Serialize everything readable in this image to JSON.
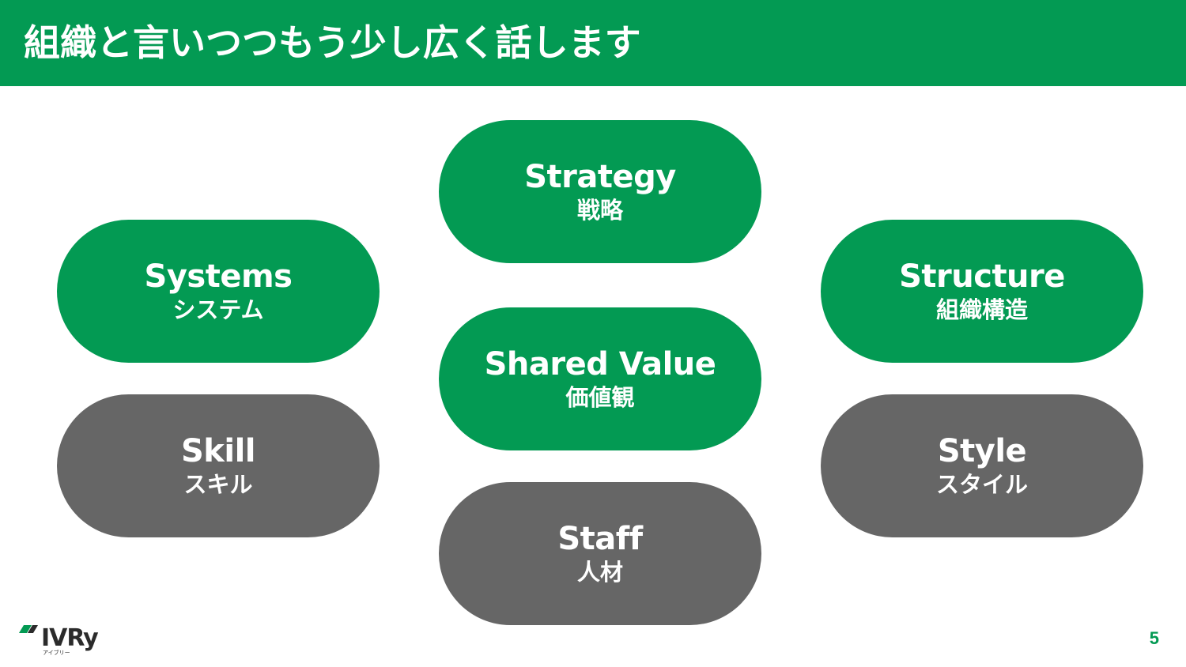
{
  "slide": {
    "title": "組織と言いつつもう少し広く話します",
    "page_number": "5"
  },
  "pills": {
    "strategy": {
      "en": "Strategy",
      "ja": "戦略"
    },
    "systems": {
      "en": "Systems",
      "ja": "システム"
    },
    "structure": {
      "en": "Structure",
      "ja": "組織構造"
    },
    "shared": {
      "en": "Shared Value",
      "ja": "価値観"
    },
    "skill": {
      "en": "Skill",
      "ja": "スキル"
    },
    "style": {
      "en": "Style",
      "ja": "スタイル"
    },
    "staff": {
      "en": "Staff",
      "ja": "人材"
    }
  },
  "logo": {
    "text": "IVRy",
    "sub": "アイブリー"
  },
  "colors": {
    "brand_green": "#039a53",
    "gray": "#666666"
  }
}
